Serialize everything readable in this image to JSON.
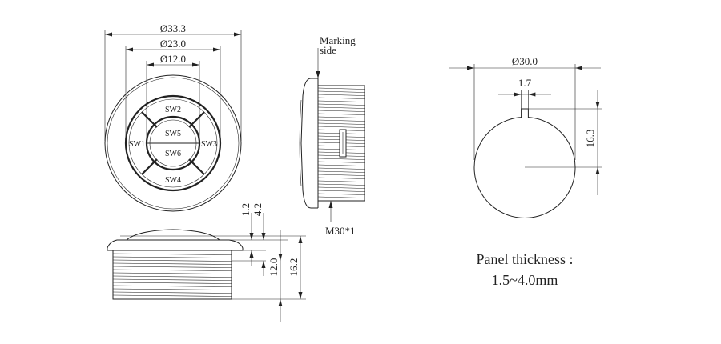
{
  "front_view": {
    "dia_outer": "Ø33.3",
    "dia_mid": "Ø23.0",
    "dia_inner": "Ø12.0",
    "buttons": [
      "SW1",
      "SW2",
      "SW3",
      "SW4",
      "SW5",
      "SW6"
    ]
  },
  "side_view": {
    "marking_side": [
      "Marking",
      "side"
    ],
    "thread": "M30*1"
  },
  "bottom_view": {
    "dims": [
      "1.2",
      "4.2",
      "12.0",
      "16.2"
    ]
  },
  "cutout_view": {
    "diameter": "Ø30.0",
    "slot_width": "1.7",
    "slot_depth": "16.3"
  },
  "panel": {
    "label": "Panel thickness :",
    "value": "1.5~4.0mm"
  }
}
